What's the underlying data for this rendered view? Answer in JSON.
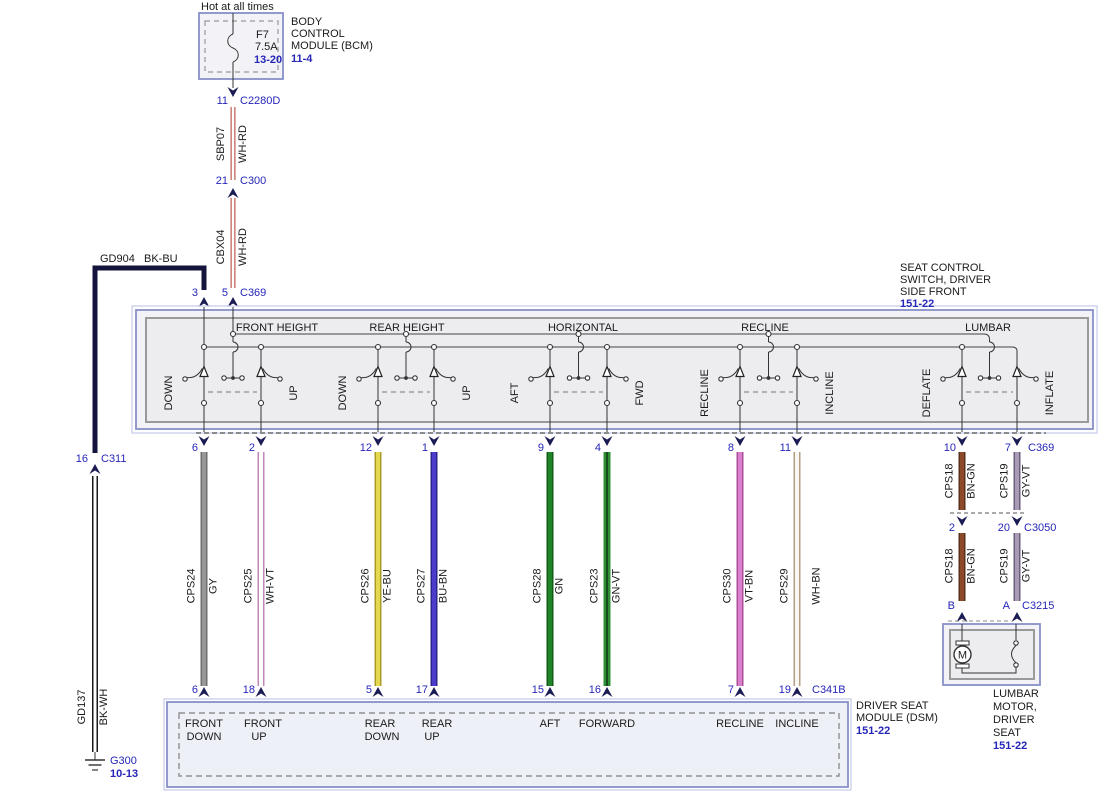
{
  "bcm": {
    "hot_label": "Hot at all times",
    "fuse_name": "F7",
    "fuse_rating": "7.5A",
    "fuse_ref": "13-20",
    "name_line1": "BODY",
    "name_line2": "CONTROL",
    "name_line3": "MODULE (BCM)",
    "page_ref": "11-4"
  },
  "feed": {
    "pin11": "11",
    "conn1": "C2280D",
    "circuit1": "SBP07",
    "color1": "WH-RD",
    "pin21": "21",
    "conn2": "C300",
    "circuit2": "CBX04",
    "color2": "WH-RD",
    "pin3": "3",
    "pin5": "5",
    "conn3": "C369"
  },
  "ground": {
    "circuit_top": "GD904",
    "color_top": "BK-BU",
    "pin16": "16",
    "conn": "C311",
    "circuit_bottom": "GD137",
    "color_bottom": "BK-WH",
    "g_name": "G300",
    "g_ref": "10-13"
  },
  "seat_switch": {
    "label_line1": "SEAT CONTROL",
    "label_line2": "SWITCH, DRIVER",
    "label_line3": "SIDE FRONT",
    "page_ref": "151-22",
    "sections": [
      {
        "title": "FRONT HEIGHT",
        "left": "DOWN",
        "right": "UP"
      },
      {
        "title": "REAR HEIGHT",
        "left": "DOWN",
        "right": "UP"
      },
      {
        "title": "HORIZONTAL",
        "left": "AFT",
        "right": "FWD"
      },
      {
        "title": "RECLINE",
        "left": "RECLINE",
        "right": "INCLINE"
      },
      {
        "title": "LUMBAR",
        "left": "DEFLATE",
        "right": "INFLATE"
      }
    ]
  },
  "c369_row": {
    "connector": "C369",
    "pins": [
      "6",
      "2",
      "12",
      "1",
      "9",
      "4",
      "8",
      "11",
      "10",
      "7"
    ]
  },
  "wires": [
    {
      "circuit": "CPS24",
      "color": "GY"
    },
    {
      "circuit": "CPS25",
      "color": "WH-VT"
    },
    {
      "circuit": "CPS26",
      "color": "YE-BU"
    },
    {
      "circuit": "CPS27",
      "color": "BU-BN"
    },
    {
      "circuit": "CPS28",
      "color": "GN"
    },
    {
      "circuit": "CPS23",
      "color": "GN-VT"
    },
    {
      "circuit": "CPS30",
      "color": "VT-BN"
    },
    {
      "circuit": "CPS29",
      "color": "WH-BN"
    }
  ],
  "lumbar": {
    "upper": [
      {
        "circuit": "CPS18",
        "color": "BN-GN"
      },
      {
        "circuit": "CPS19",
        "color": "GY-VT"
      }
    ],
    "mid_pins": [
      "2",
      "20"
    ],
    "mid_conn": "C3050",
    "lower": [
      {
        "circuit": "CPS18",
        "color": "BN-GN"
      },
      {
        "circuit": "CPS19",
        "color": "GY-VT"
      }
    ],
    "bottom_pins": [
      "B",
      "A"
    ],
    "bottom_conn": "C3215",
    "motor_letter": "M",
    "label_line1": "LUMBAR",
    "label_line2": "MOTOR,",
    "label_line3": "DRIVER",
    "label_line4": "SEAT",
    "page_ref": "151-22"
  },
  "dsm": {
    "connector": "C341B",
    "pins": [
      "6",
      "18",
      "5",
      "17",
      "15",
      "16",
      "7",
      "19"
    ],
    "labels": [
      [
        "FRONT",
        "DOWN"
      ],
      [
        "FRONT",
        "UP"
      ],
      [
        "REAR",
        "DOWN"
      ],
      [
        "REAR",
        "UP"
      ],
      [
        "AFT"
      ],
      [
        "FORWARD"
      ],
      [
        "RECLINE"
      ],
      [
        "INCLINE"
      ]
    ],
    "name_line1": "DRIVER SEAT",
    "name_line2": "MODULE (DSM)",
    "page_ref": "151-22"
  },
  "palette": {
    "link_blue": "#2626b8",
    "arrow_navy": "#1c1c55",
    "box_border_blue": "#8890c8",
    "wire_GY": "#8c8c8c",
    "wire_WH_VT": "#c387b7",
    "wire_YE_BU": "#e3d84f",
    "wire_BU_BN": "#4b3ccc",
    "wire_GN": "#1f8427",
    "wire_GN_VT": "#2f8f35",
    "wire_VT_BN": "#d97fcb",
    "wire_WH_BN": "#b39d85",
    "wire_BN_GN": "#8d4a2a",
    "wire_GY_VT": "#a79bb5",
    "wire_WH_RD": "#bf5f52",
    "wire_BK_BU": "#14143c"
  }
}
